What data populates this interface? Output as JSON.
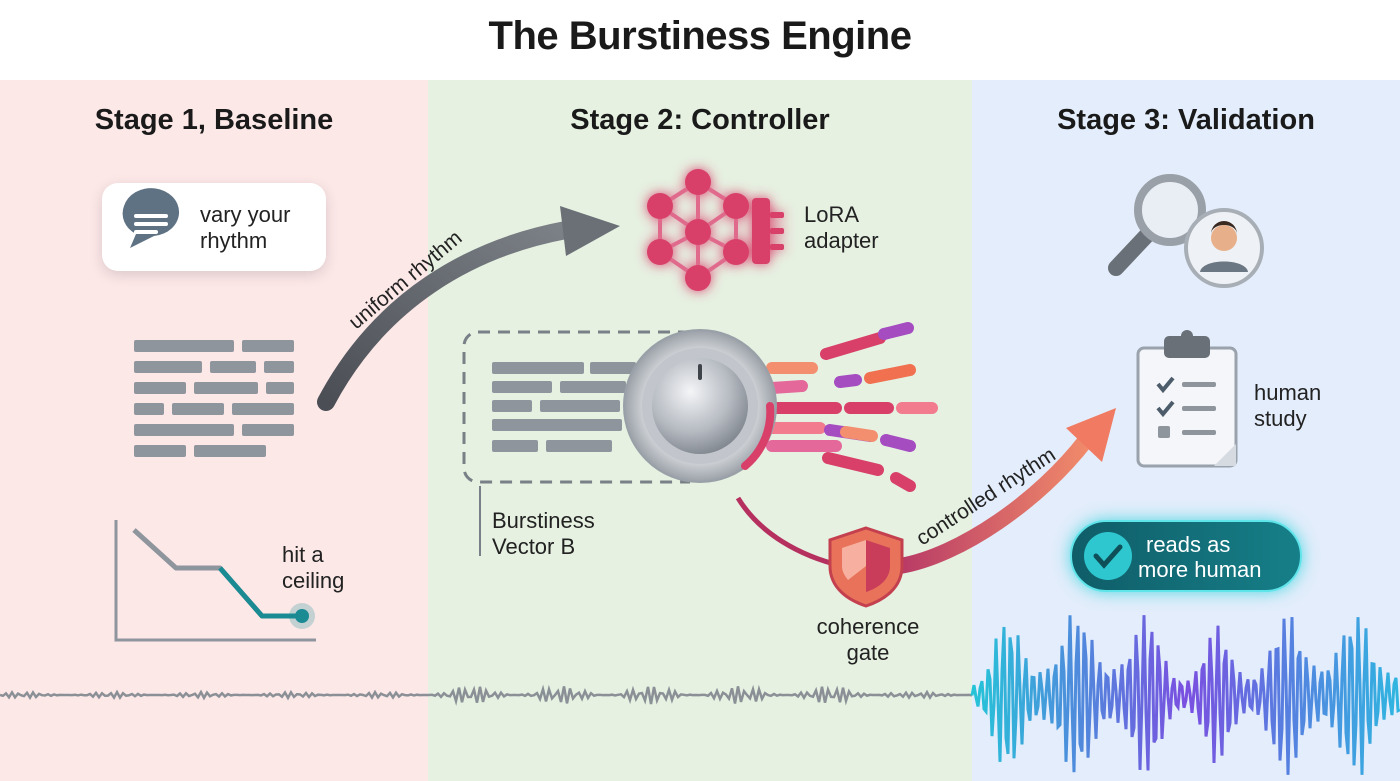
{
  "title": "The Burstiness Engine",
  "stages": [
    {
      "title": "Stage 1, Baseline"
    },
    {
      "title": "Stage 2: Controller"
    },
    {
      "title": "Stage 3: Validation"
    }
  ],
  "baseline": {
    "prompt_line1": "vary your",
    "prompt_line2": "rhythm",
    "ceiling_line1": "hit a",
    "ceiling_line2": "ceiling"
  },
  "arrows": {
    "uniform": "uniform rhythm",
    "controlled": "controlled rhythm"
  },
  "controller": {
    "adapter_line1": "LoRA",
    "adapter_line2": "adapter",
    "vector_line1": "Burstiness",
    "vector_line2": "Vector B",
    "gate_line1": "coherence",
    "gate_line2": "gate"
  },
  "validation": {
    "study_line1": "human",
    "study_line2": "study",
    "result_line1": "reads as",
    "result_line2": "more human"
  },
  "colors": {
    "baseline_bg": "#fde8e8",
    "controller_bg": "#e6f1e2",
    "validation_bg": "#e3edfb",
    "accent_pink": "#d8406a",
    "accent_teal": "#1a8a93",
    "grey_block": "#8f959c"
  },
  "icons": [
    "chat-bubble-icon",
    "neural-network-icon",
    "dial-knob-icon",
    "shield-icon",
    "magnifier-icon",
    "person-icon",
    "clipboard-icon",
    "check-badge-icon"
  ]
}
